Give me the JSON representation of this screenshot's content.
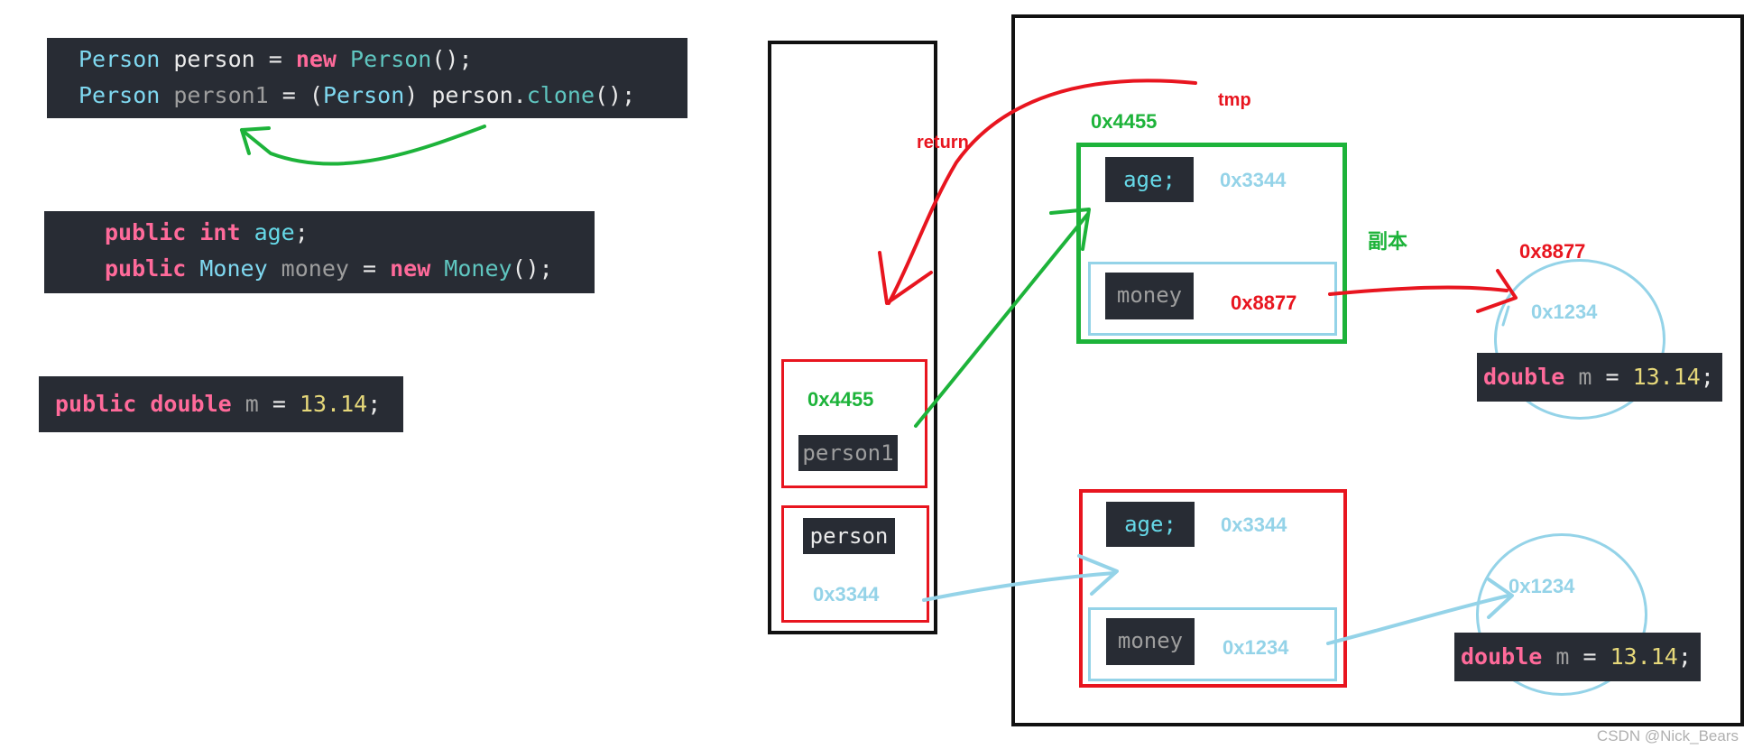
{
  "code_blocks": {
    "clone_call": {
      "line1": {
        "t1": "Person",
        "t2": " person = ",
        "t3": "new",
        "t4": " Person",
        "t5": "();"
      },
      "line2": {
        "t1": "Person",
        "t2": " person1",
        "t3": " = (",
        "t4": "Person",
        "t5": ") person.",
        "t6": "clone",
        "t7": "();"
      }
    },
    "person_fields": {
      "line1": {
        "t1": "public",
        "t2": " int",
        "t3": " age",
        "t4": ";"
      },
      "line2": {
        "t1": "public",
        "t2": " Money",
        "t3": " money",
        "t4": " = ",
        "t5": "new",
        "t6": " Money",
        "t7": "();"
      }
    },
    "money_field": {
      "t1": "public double",
      "t2": " m",
      "t3": " = ",
      "t4": "13.14",
      "t5": ";"
    }
  },
  "stack": {
    "person1_label": "person1",
    "person1_addr": "0x4455",
    "person_label": "person",
    "person_addr": "0x3344"
  },
  "heap": {
    "copy_obj": {
      "addr": "0x4455",
      "tag": "副本",
      "age_label": "age;",
      "age_value": "0x3344",
      "money_label": "money",
      "money_value": "0x8877"
    },
    "orig_obj": {
      "age_label": "age;",
      "age_value": "0x3344",
      "money_label": "money",
      "money_value": "0x1234"
    },
    "money_copy": {
      "addr_outer": "0x8877",
      "addr_inner": "0x1234",
      "code": {
        "t1": "double",
        "t2": " m",
        "t3": " = ",
        "t4": "13.14",
        "t5": ";"
      }
    },
    "money_orig": {
      "addr_inner": "0x1234",
      "code": {
        "t1": "double",
        "t2": " m",
        "t3": " = ",
        "t4": "13.14",
        "t5": ";"
      }
    }
  },
  "annotations": {
    "tmp": "tmp",
    "return": "return"
  },
  "watermark": "CSDN @Nick_Bears",
  "colors": {
    "green": "#1db33a",
    "red": "#e8151f",
    "blue": "#94d3e8",
    "code_bg": "#282c34"
  }
}
